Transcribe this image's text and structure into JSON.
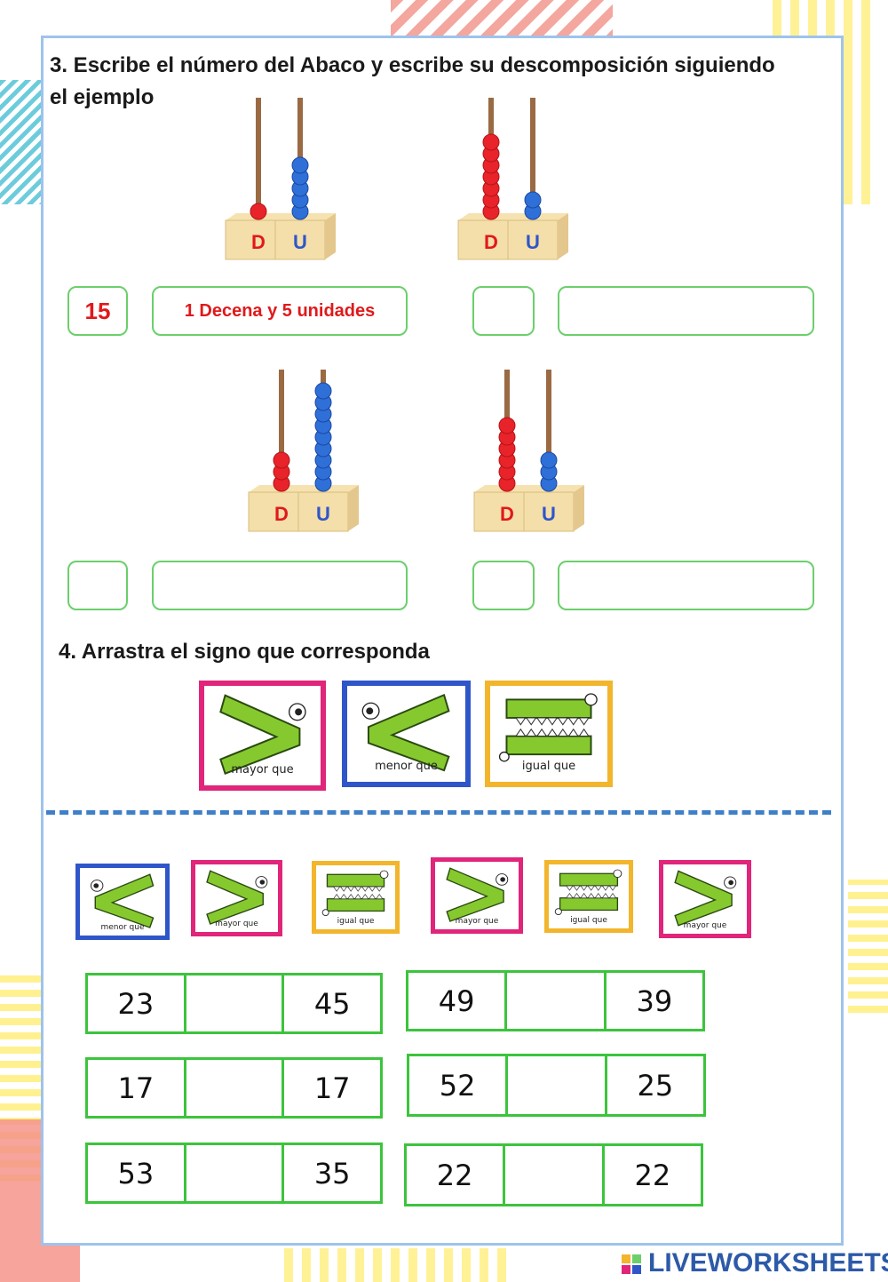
{
  "section3": {
    "title_line1": "3. Escribe el número del Abaco y escribe su descomposición siguiendo",
    "title_line2": "el ejemplo",
    "abaci": [
      {
        "decenas": 1,
        "unidades": 5,
        "tens_label": "D",
        "units_label": "U"
      },
      {
        "decenas": 7,
        "unidades": 2,
        "tens_label": "D",
        "units_label": "U"
      },
      {
        "decenas": 3,
        "unidades": 9,
        "tens_label": "D",
        "units_label": "U"
      },
      {
        "decenas": 6,
        "unidades": 3,
        "tens_label": "D",
        "units_label": "U"
      }
    ],
    "example_number": "15",
    "example_decomposition": "1 Decena y 5 unidades"
  },
  "section4": {
    "title": "4. Arrastra el signo que corresponda",
    "signs": {
      "mayor": "mayor que",
      "menor": "menor que",
      "igual": "igual que"
    },
    "comparisons": [
      {
        "left": "23",
        "right": "45"
      },
      {
        "left": "49",
        "right": "39"
      },
      {
        "left": "17",
        "right": "17"
      },
      {
        "left": "52",
        "right": "25"
      },
      {
        "left": "53",
        "right": "35"
      },
      {
        "left": "22",
        "right": "22"
      }
    ]
  },
  "colors": {
    "mayor_border": "#e0257a",
    "menor_border": "#2f56c9",
    "igual_border": "#f2b52c",
    "croc": "#86c92f",
    "box_border": "#6ccf6c",
    "accent_red": "#e0191a"
  },
  "footer": {
    "brand": "LIVEWORKSHEETS"
  }
}
